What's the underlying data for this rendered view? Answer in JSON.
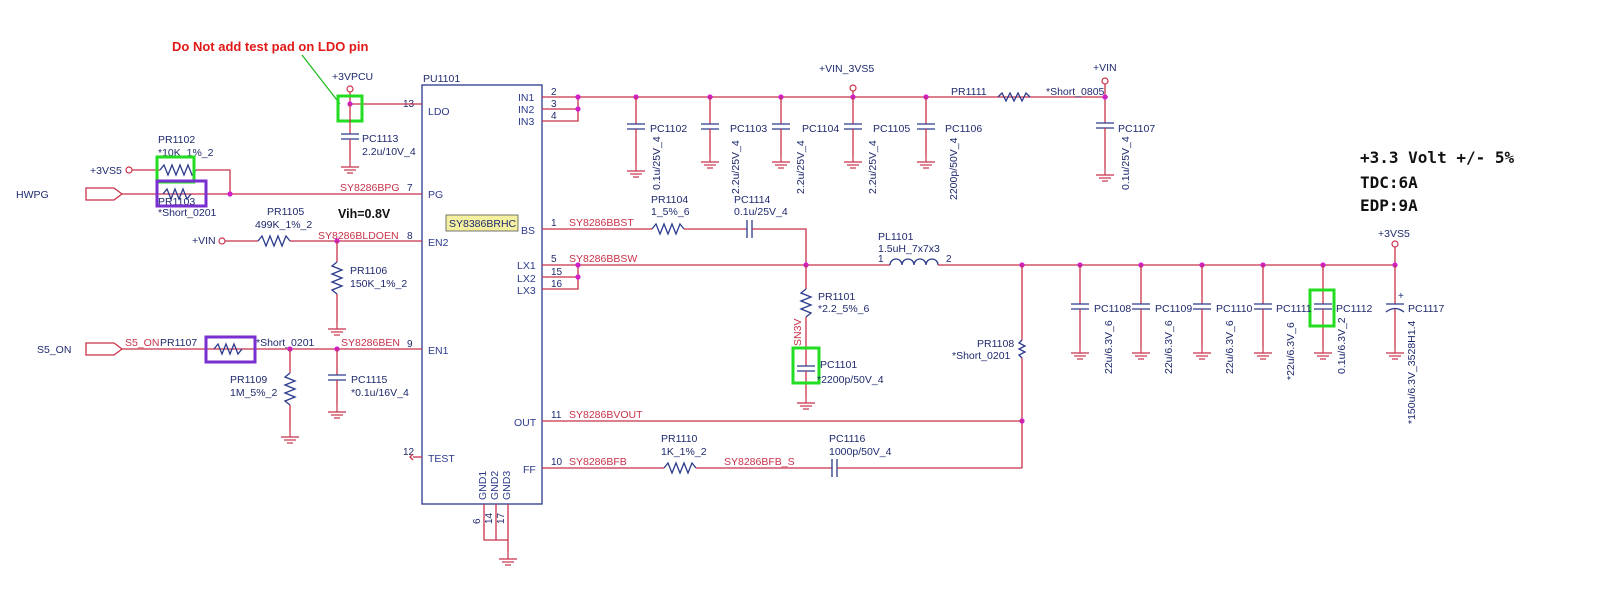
{
  "note": "Do Not add test pad on LDO pin",
  "vih": "Vih=0.8V",
  "spec": [
    "+3.3 Volt +/- 5%",
    "TDC:6A",
    "EDP:9A"
  ],
  "ic": {
    "ref": "PU1101",
    "part": "SY8386BRHC",
    "left_pins": [
      {
        "num": "13",
        "name": "LDO"
      },
      {
        "num": "7",
        "name": "PG"
      },
      {
        "num": "8",
        "name": "EN2"
      },
      {
        "num": "9",
        "name": "EN1"
      },
      {
        "num": "12",
        "name": "TEST"
      }
    ],
    "right_pins": [
      {
        "num": "2",
        "name": "IN1"
      },
      {
        "num": "3",
        "name": "IN2"
      },
      {
        "num": "4",
        "name": "IN3"
      },
      {
        "num": "1",
        "name": "BS"
      },
      {
        "num": "5",
        "name": "LX1"
      },
      {
        "num": "15",
        "name": "LX2"
      },
      {
        "num": "16",
        "name": "LX3"
      },
      {
        "num": "11",
        "name": "OUT"
      },
      {
        "num": "10",
        "name": "FF"
      }
    ],
    "gnd_pins": [
      {
        "num": "6",
        "name": "GND1"
      },
      {
        "num": "14",
        "name": "GND2"
      },
      {
        "num": "17",
        "name": "GND3"
      }
    ]
  },
  "rails": {
    "vpcu": "+3VPCU",
    "vin_3vs5": "+VIN_3VS5",
    "vin_top": "+VIN",
    "vs5_left": "+3VS5",
    "vin_left": "+VIN",
    "vs5_out": "+3VS5"
  },
  "ports": {
    "hwpg": "HWPG",
    "s5_on": "S5_ON"
  },
  "nets": {
    "bpg": "SY8286BPG",
    "bldoen": "SY8286BLDOEN",
    "ben": "SY8286BEN",
    "s5_on": "S5_ON",
    "bbst": "SY8286BBST",
    "bbsw": "SY8286BBSW",
    "bvout": "SY8286BVOUT",
    "bfb": "SY8286BFB",
    "bfb_s": "SY8286BFB_S",
    "sn3v": "SN3V"
  },
  "components": {
    "pr1102": {
      "ref": "PR1102",
      "value": "*10K_1%_2"
    },
    "pr1103": {
      "ref": "PR1103",
      "value": "*Short_0201"
    },
    "pc1113": {
      "ref": "PC1113",
      "value": "2.2u/10V_4"
    },
    "pr1105": {
      "ref": "PR1105",
      "value": "499K_1%_2"
    },
    "pr1106": {
      "ref": "PR1106",
      "value": "150K_1%_2"
    },
    "pr1107": {
      "ref": "PR1107",
      "value": "*Short_0201"
    },
    "pr1109": {
      "ref": "PR1109",
      "value": "1M_5%_2"
    },
    "pc1115": {
      "ref": "PC1115",
      "value": "*0.1u/16V_4"
    },
    "pc1102": {
      "ref": "PC1102",
      "value": "0.1u/25V_4"
    },
    "pc1103": {
      "ref": "PC1103",
      "value": "2.2u/25V_4"
    },
    "pc1104": {
      "ref": "PC1104",
      "value": "2.2u/25V_4"
    },
    "pc1105": {
      "ref": "PC1105",
      "value": "2.2u/25V_4"
    },
    "pc1106": {
      "ref": "PC1106",
      "value": "2200p/50V_4"
    },
    "pr1111": {
      "ref": "PR1111",
      "value": "*Short_0805"
    },
    "pc1107": {
      "ref": "PC1107",
      "value": "0.1u/25V_4"
    },
    "pr1104": {
      "ref": "PR1104",
      "value": "1_5%_6"
    },
    "pc1114": {
      "ref": "PC1114",
      "value": "0.1u/25V_4"
    },
    "pl1101": {
      "ref": "PL1101",
      "value": "1.5uH_7x7x3",
      "pin1": "1",
      "pin2": "2"
    },
    "pr1101": {
      "ref": "PR1101",
      "value": "*2.2_5%_6"
    },
    "pc1101": {
      "ref": "PC1101",
      "value": "*2200p/50V_4"
    },
    "pr1108": {
      "ref": "PR1108",
      "value": "*Short_0201"
    },
    "pr1110": {
      "ref": "PR1110",
      "value": "1K_1%_2"
    },
    "pc1116": {
      "ref": "PC1116",
      "value": "1000p/50V_4"
    },
    "pc1108": {
      "ref": "PC1108",
      "value": "22u/6.3V_6"
    },
    "pc1109": {
      "ref": "PC1109",
      "value": "22u/6.3V_6"
    },
    "pc1110": {
      "ref": "PC1110",
      "value": "22u/6.3V_6"
    },
    "pc1111": {
      "ref": "PC1111",
      "value": "*22u/6.3V_6"
    },
    "pc1112": {
      "ref": "PC1112",
      "value": "0.1u/6.3V_2"
    },
    "pc1117": {
      "ref": "PC1117",
      "value": "*150u/6.3V_3528H1.4"
    }
  },
  "colors": {
    "wire": "#c8324a",
    "symbol": "#2b3a8c",
    "junction": "#d020c8",
    "highlight_green": "#22dd22",
    "highlight_purple": "#7a2fd0",
    "warning": "#e01818"
  }
}
